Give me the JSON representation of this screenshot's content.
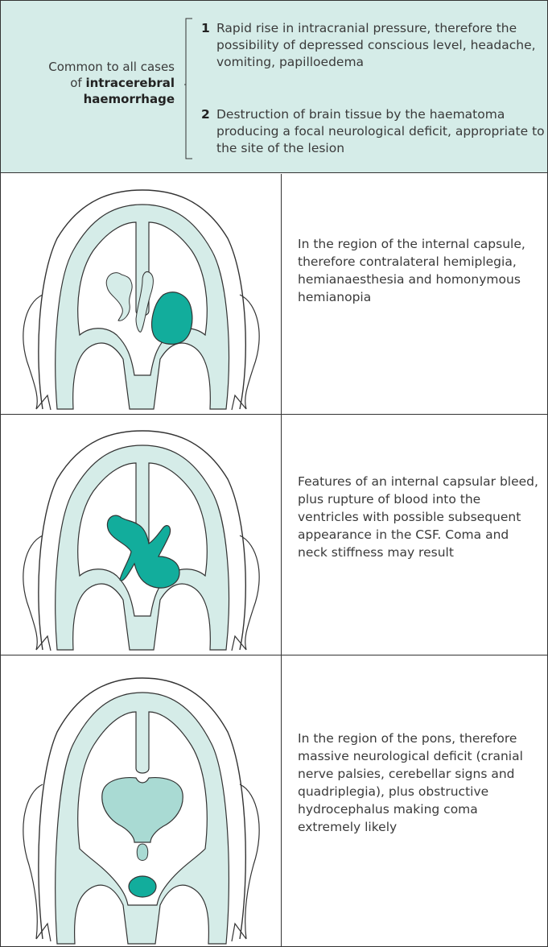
{
  "header": {
    "intro_line1": "Common to all cases",
    "intro_line2_prefix": "of",
    "intro_line2_bold": "intracerebral",
    "intro_line3_bold": "haemorrhage",
    "items": [
      {
        "number": "1",
        "text": "Rapid rise in intracranial pressure, therefore the possibility of depressed conscious level, headache, vomiting, papilloedema"
      },
      {
        "number": "2",
        "text": "Destruction of brain tissue by the haematoma producing a focal neurological deficit, appropriate to the site of the lesion"
      }
    ]
  },
  "rows": [
    {
      "site": "internal-capsule",
      "text": "In the region of the internal capsule, therefore contralateral hemiplegia, hemianaesthesia and homonymous hemianopia"
    },
    {
      "site": "intraventricular",
      "text": "Features of an internal capsular bleed, plus rupture of blood into the ventricles with possible subsequent appearance in the CSF. Coma and neck stiffness may result"
    },
    {
      "site": "pons",
      "text": "In the region of the pons, therefore massive neurological deficit (cranial nerve palsies, cerebellar signs and quadriplegia), plus obstructive hydrocephalus making coma extremely likely"
    }
  ],
  "colors": {
    "header_bg": "#d5ece8",
    "tissue": "#d5ece8",
    "haemorrhage": "#12ad9c",
    "ventricle_pale": "#a9dad3",
    "outline": "#333333"
  }
}
